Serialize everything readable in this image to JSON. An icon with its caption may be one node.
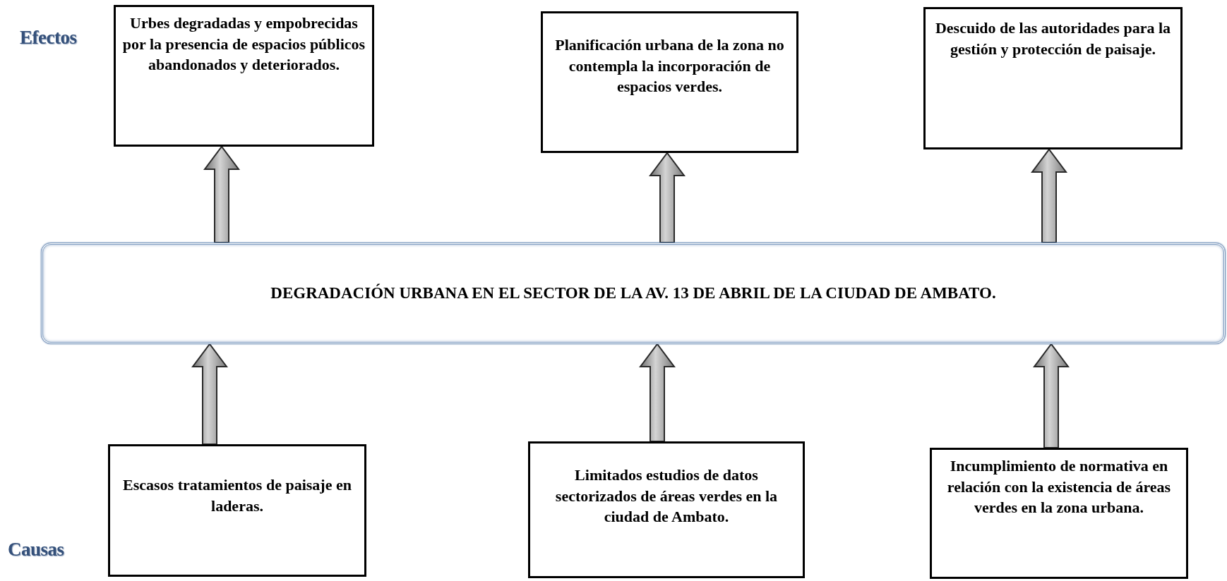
{
  "diagram": {
    "nodes": [
      {
        "text": [
          "Urbes degradadas y empobrecidas por la presencia de espacios públicos abandonados y deteriorados."
        ]
      },
      {
        "text": [
          "Planificación urbana de la zona no contempla la incorporación de espacios verdes."
        ]
      },
      {
        "text": [
          "Descuido de las autoridades para la gestión y protección de paisaje."
        ]
      },
      {
        "text": [
          "DEGRADACIÓN URBANA EN EL SECTOR DE LA AV. 13 DE ABRIL DE LA CIUDAD DE AMBATO."
        ]
      },
      {
        "text": [
          "Escasos tratamientos de paisaje en laderas."
        ]
      },
      {
        "text": [
          "Limitados estudios de datos sectorizados de áreas verdes en la ciudad de Ambato."
        ]
      },
      {
        "text": [
          "Incumplimiento de normativa en relación con la existencia de áreas verdes en la zona urbana."
        ]
      }
    ],
    "edges": [
      {
        "from": 3,
        "to": 0,
        "arrow": "to"
      },
      {
        "from": 3,
        "to": 1,
        "arrow": "to"
      },
      {
        "from": 3,
        "to": 2,
        "arrow": "to"
      },
      {
        "from": 4,
        "to": 3,
        "arrow": "to"
      },
      {
        "from": 5,
        "to": 3,
        "arrow": "to"
      },
      {
        "from": 6,
        "to": 3,
        "arrow": "to"
      }
    ],
    "labels": [
      "Efectos",
      "Causas"
    ]
  }
}
